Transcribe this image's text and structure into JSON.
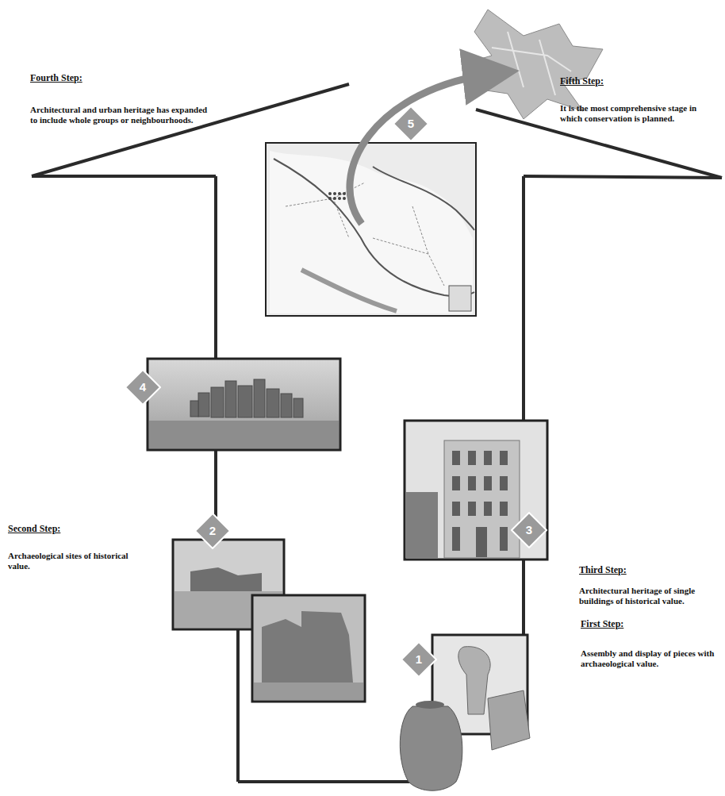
{
  "diagram": {
    "nodes": [
      {
        "text": [
          "5"
        ]
      },
      {
        "text": [
          "4"
        ]
      },
      {
        "text": [
          "2"
        ]
      },
      {
        "text": [
          "3"
        ]
      },
      {
        "text": [
          "1"
        ]
      }
    ],
    "labels": [
      "Fourth Step:",
      "Architectural and urban heritage has expanded to include whole groups or neighbourhoods.",
      "Fifth Step:",
      "It is the most comprehensive stage in which conservation is planned.",
      "Third Step:",
      "Architectural heritage of single buildings of historical value.",
      "Second Step:",
      "Archaeological sites of historical value.",
      "First Step:",
      "Assembly and display of pieces with archaeological value."
    ]
  }
}
